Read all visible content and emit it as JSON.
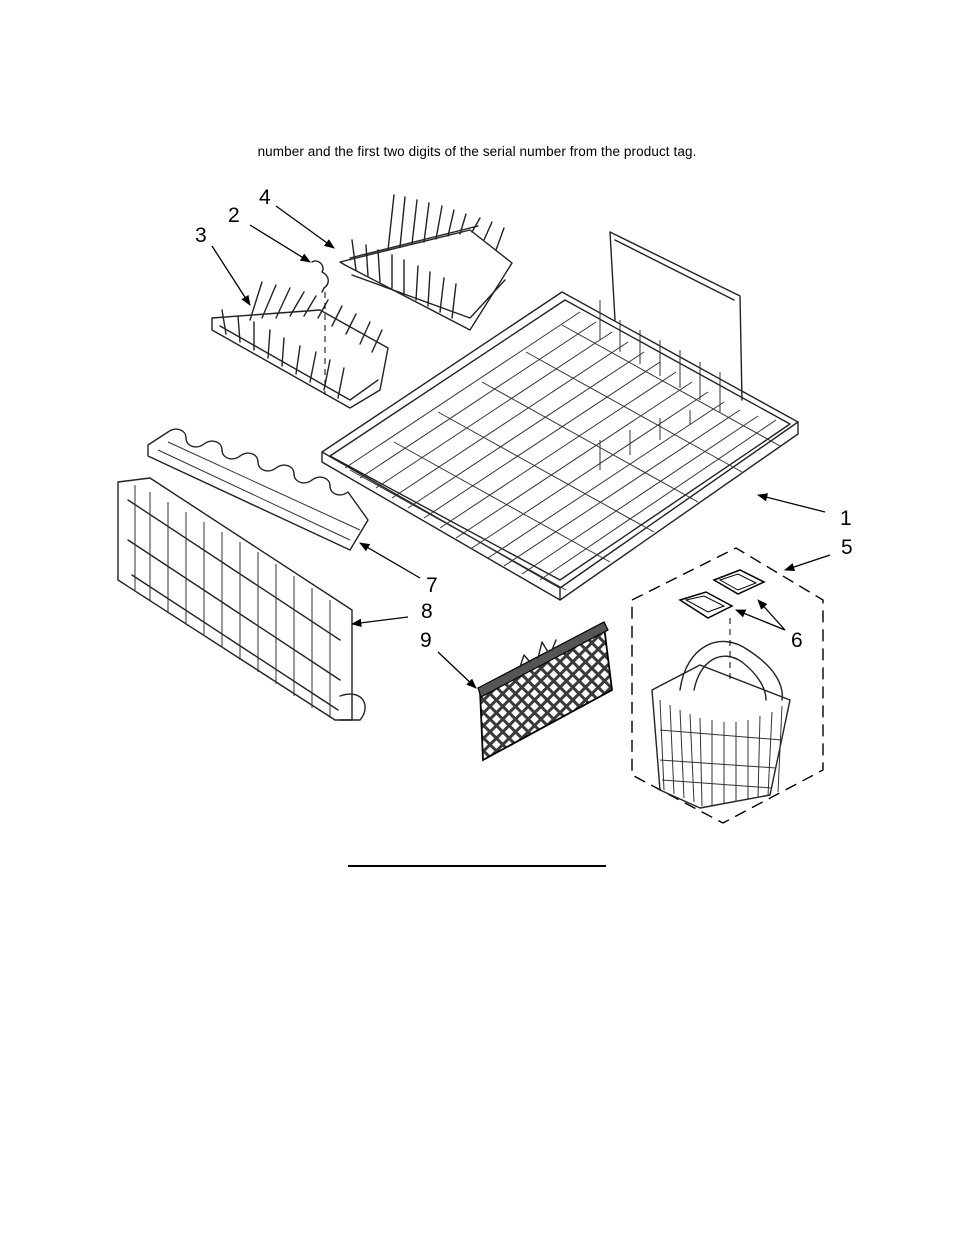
{
  "page": {
    "caption": "number and the first two digits of the serial number from the product tag."
  },
  "callouts": {
    "c1": "1",
    "c2": "2",
    "c3": "3",
    "c4": "4",
    "c5": "5",
    "c6": "6",
    "c7": "7",
    "c8": "8",
    "c9": "9"
  },
  "colors": {
    "line": "#000000",
    "background": "#ffffff"
  }
}
